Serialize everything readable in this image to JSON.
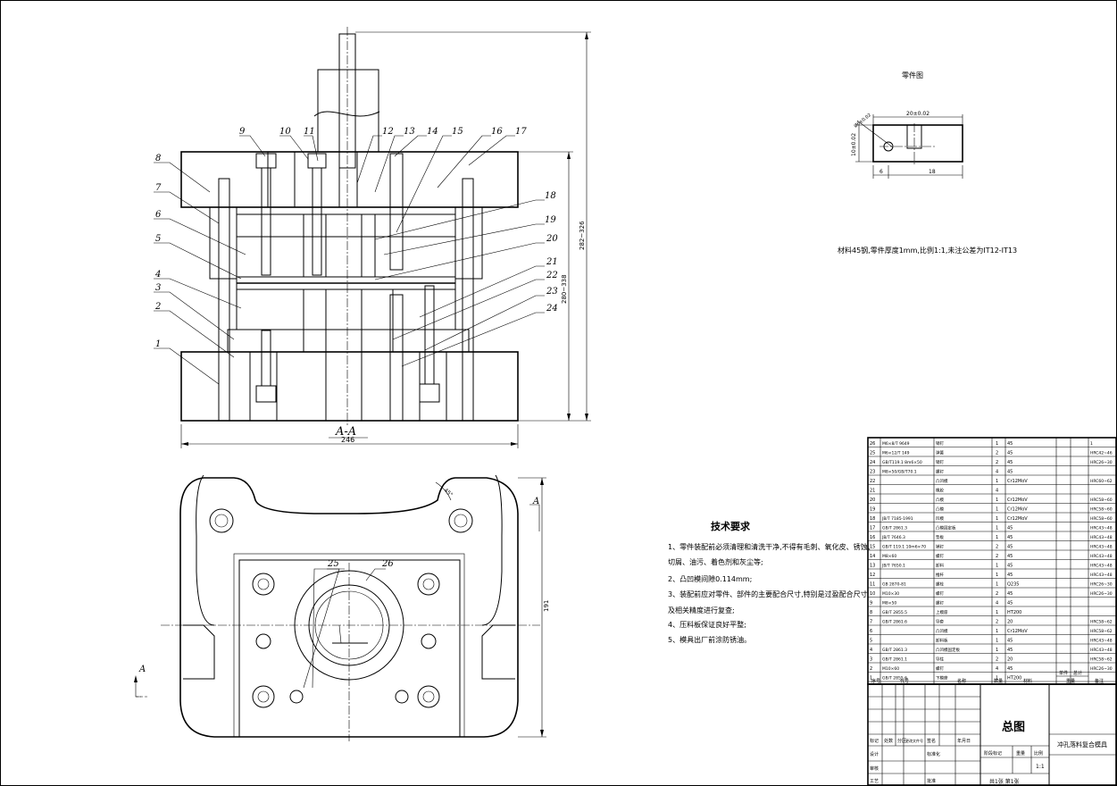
{
  "section_label": "A-A",
  "overall_width_dim": "246",
  "height_dims": [
    "282~326",
    "280~338"
  ],
  "plan_view_dim": "191",
  "plan_arrow_labels": [
    "A",
    "A"
  ],
  "plan_angle_note": "45°",
  "section_callouts": [
    "1",
    "2",
    "3",
    "4",
    "5",
    "6",
    "7",
    "8",
    "9",
    "10",
    "11",
    "12",
    "13",
    "14",
    "15",
    "16",
    "17",
    "18",
    "19",
    "20",
    "21",
    "22",
    "23",
    "24"
  ],
  "plan_callouts": [
    "25",
    "26"
  ],
  "part_drawing": {
    "title": "零件图",
    "dims": {
      "top": "20±0.02",
      "left": "10±0.02",
      "diam": "Ø6±0.02",
      "bottom_left": "6",
      "bottom_right": "18"
    },
    "note": "材料45钢,零件厚度1mm,比例1:1,未注公差为IT12-IT13"
  },
  "tech_requirements": {
    "title": "技术要求",
    "items": [
      "1、零件装配前必须清理和清洗干净,不得有毛刺、氧化皮、锈蚀、",
      "   切屑、油污、着色剂和灰尘等;",
      "2、凸凹模间隙0.114mm;",
      "3、装配前应对零件、部件的主要配合尺寸,特别是过盈配合尺寸",
      "   及相关精度进行复查;",
      "4、压料板保证良好平整;",
      "5、模具出厂前涂防锈油。"
    ]
  },
  "bom": {
    "headers": [
      "序号",
      "代号",
      "名称",
      "数量",
      "材料",
      "单件",
      "总计",
      "备注"
    ],
    "header_weight": "重量",
    "rows": [
      [
        "26",
        "M6×8/T 9649",
        "销钉",
        "1",
        "45",
        "",
        "",
        "1"
      ],
      [
        "25",
        "M6×12/T 149",
        "弹簧",
        "2",
        "45",
        "",
        "",
        "HRC42~46"
      ],
      [
        "24",
        "GB/T119.1 8m6×50",
        "销钉",
        "2",
        "45",
        "",
        "",
        "HRC26~30"
      ],
      [
        "23",
        "M8×50/GB/T70.1",
        "螺钉",
        "4",
        "45",
        "",
        "",
        ""
      ],
      [
        "22",
        "",
        "凸凹模",
        "1",
        "Cr12MoV",
        "",
        "",
        "HRC60~62"
      ],
      [
        "21",
        "",
        "橡胶",
        "4",
        "",
        "",
        "",
        ""
      ],
      [
        "20",
        "",
        "凸模",
        "1",
        "Cr12MoV",
        "",
        "",
        "HRC58~60"
      ],
      [
        "19",
        "",
        "凸模",
        "1",
        "Cr12MoV",
        "",
        "",
        "HRC58~60"
      ],
      [
        "18",
        "JB/T 7185-1991",
        "凹模",
        "1",
        "Cr12MoV",
        "",
        "",
        "HRC58~60"
      ],
      [
        "17",
        "GB/T 2861.3",
        "凸模固定板",
        "1",
        "45",
        "",
        "",
        "HRC43~48"
      ],
      [
        "16",
        "JB/T 7646.3",
        "垫板",
        "1",
        "45",
        "",
        "",
        "HRC43~48"
      ],
      [
        "15",
        "GB/T 119.1 10m6×70",
        "销钉",
        "2",
        "45",
        "",
        "",
        "HRC43~48"
      ],
      [
        "14",
        "M8×60",
        "螺钉",
        "2",
        "45",
        "",
        "",
        "HRC43~48"
      ],
      [
        "13",
        "JB/T 7650.1",
        "卸料",
        "1",
        "45",
        "",
        "",
        "HRC43~48"
      ],
      [
        "12",
        "",
        "推杆",
        "1",
        "45",
        "",
        "",
        "HRC43~48"
      ],
      [
        "11",
        "GB 2870-81",
        "螺栓",
        "1",
        "Q235",
        "",
        "",
        "HRC26~30"
      ],
      [
        "10",
        "M10×30",
        "螺钉",
        "2",
        "45",
        "",
        "",
        "HRC26~30"
      ],
      [
        "9",
        "M8×50",
        "螺钉",
        "4",
        "45",
        "",
        "",
        ""
      ],
      [
        "8",
        "GB/T 2855.5",
        "上模座",
        "1",
        "HT200",
        "",
        "",
        ""
      ],
      [
        "7",
        "GB/T 2861.6",
        "导套",
        "2",
        "20",
        "",
        "",
        "HRC58~62"
      ],
      [
        "6",
        "",
        "凸凹模",
        "1",
        "Cr12MoV",
        "",
        "",
        "HRC58~62"
      ],
      [
        "5",
        "",
        "卸料板",
        "1",
        "45",
        "",
        "",
        "HRC43~48"
      ],
      [
        "4",
        "GB/T 2861.3",
        "凸凹模固定板",
        "1",
        "45",
        "",
        "",
        "HRC43~48"
      ],
      [
        "3",
        "GB/T 2861.1",
        "导柱",
        "2",
        "20",
        "",
        "",
        "HRC58~62"
      ],
      [
        "2",
        "M10×60",
        "螺钉",
        "4",
        "45",
        "",
        "",
        "HRC26~30"
      ],
      [
        "1",
        "GB/T 2855.6",
        "下模座",
        "1",
        "HT200",
        "",
        "",
        ""
      ]
    ]
  },
  "title_block": {
    "drawing_title": "总图",
    "product_name": "冲孔落料复合模具",
    "scale": "1:1",
    "sheet": "共1张 第1张",
    "labels": [
      "标记",
      "处数",
      "分区",
      "更改文件号",
      "签名",
      "年月日",
      "设计",
      "标准化",
      "阶段标记",
      "重量",
      "比例",
      "审核",
      "工艺",
      "批准"
    ]
  }
}
